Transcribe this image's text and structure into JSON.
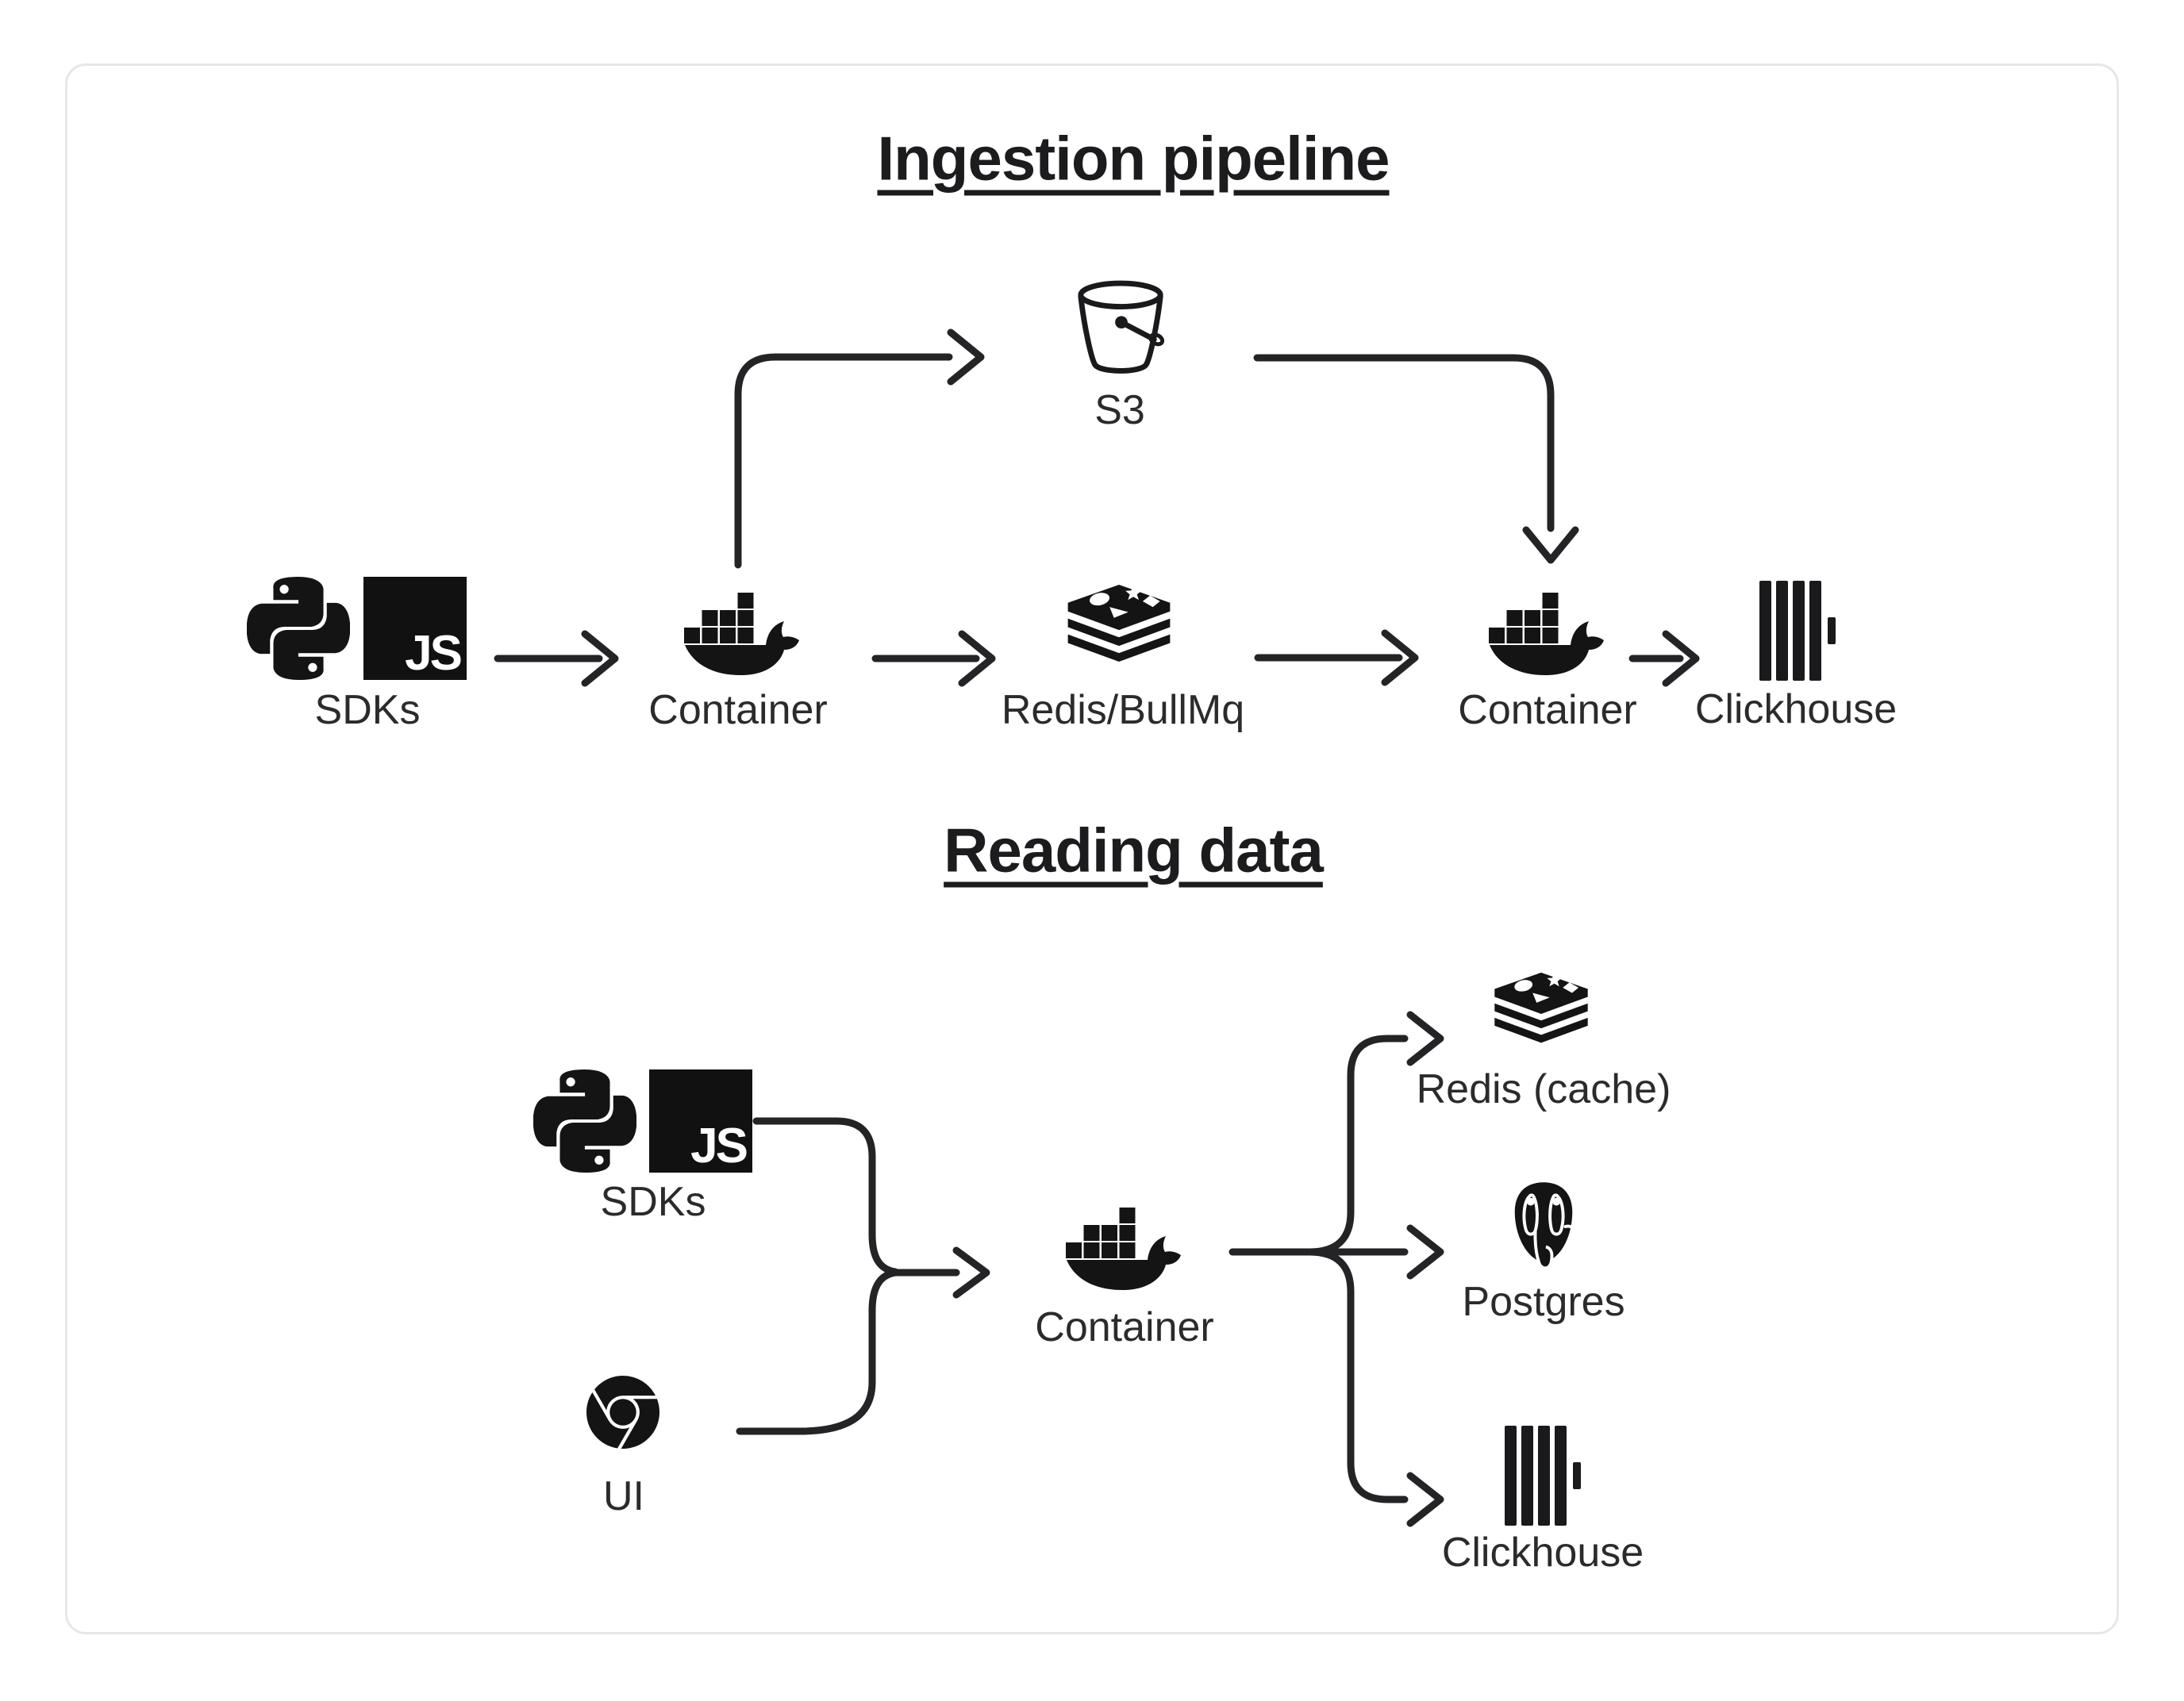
{
  "ingestion": {
    "title": "Ingestion pipeline",
    "nodes": {
      "sdks": {
        "label": "SDKs",
        "icons": [
          "python-icon",
          "js-icon"
        ]
      },
      "s3": {
        "label": "S3",
        "icon": "s3-bucket-icon"
      },
      "container_in": {
        "label": "Container",
        "icon": "docker-whale-icon"
      },
      "redis_queue": {
        "label": "Redis/BullMq",
        "icon": "redis-stack-icon"
      },
      "container_out": {
        "label": "Container",
        "icon": "docker-whale-icon"
      },
      "clickhouse": {
        "label": "Clickhouse",
        "icon": "clickhouse-bars-icon"
      }
    },
    "flows": [
      "SDKs -> Container",
      "Container -> S3",
      "Container -> Redis/BullMq",
      "S3 -> Container",
      "Redis/BullMq -> Container",
      "Container -> Clickhouse"
    ]
  },
  "reading": {
    "title": "Reading data",
    "nodes": {
      "sdks": {
        "label": "SDKs",
        "icons": [
          "python-icon",
          "js-icon"
        ]
      },
      "ui": {
        "label": "UI",
        "icon": "chrome-icon"
      },
      "container": {
        "label": "Container",
        "icon": "docker-whale-icon"
      },
      "redis_cache": {
        "label": "Redis (cache)",
        "icon": "redis-stack-icon"
      },
      "postgres": {
        "label": "Postgres",
        "icon": "postgres-elephant-icon"
      },
      "clickhouse": {
        "label": "Clickhouse",
        "icon": "clickhouse-bars-icon"
      }
    },
    "flows": [
      "SDKs -> Container",
      "UI -> Container",
      "Container -> Redis (cache)",
      "Container -> Postgres",
      "Container -> Clickhouse"
    ]
  },
  "icons": {
    "js_badge_text": "JS"
  },
  "colors": {
    "ink": "#1f1f21",
    "label": "#2b2b2d",
    "card_border": "#e7e7e7",
    "background": "#ffffff"
  }
}
